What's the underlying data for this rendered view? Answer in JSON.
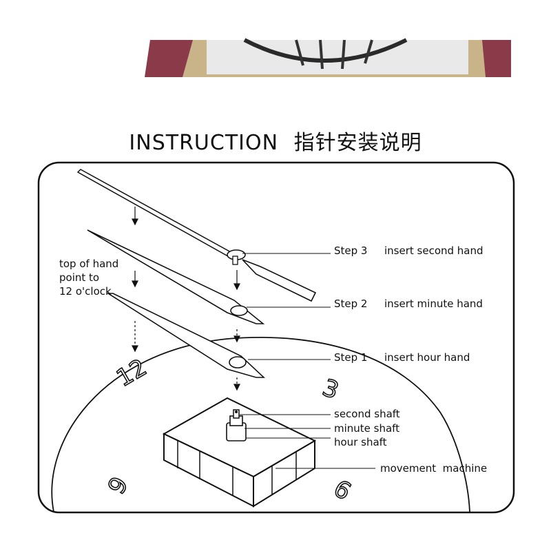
{
  "title": {
    "english": "INSTRUCTION",
    "chinese": "指针安装说明"
  },
  "steps": [
    {
      "step": "Step 3",
      "text": "insert second hand"
    },
    {
      "step": "Step 2",
      "text": "insert minute hand"
    },
    {
      "step": "Step 1",
      "text": "insert hour hand"
    }
  ],
  "note": {
    "line1": "top of hand",
    "line2": "point to",
    "line3": "12 o'clock"
  },
  "parts": {
    "second_shaft": "second shaft",
    "minute_shaft": "minute shaft",
    "hour_shaft": "hour shaft",
    "movement": "movement  machine"
  },
  "dial_numbers": {
    "twelve": "12",
    "three": "3",
    "six": "6",
    "nine": "9"
  }
}
